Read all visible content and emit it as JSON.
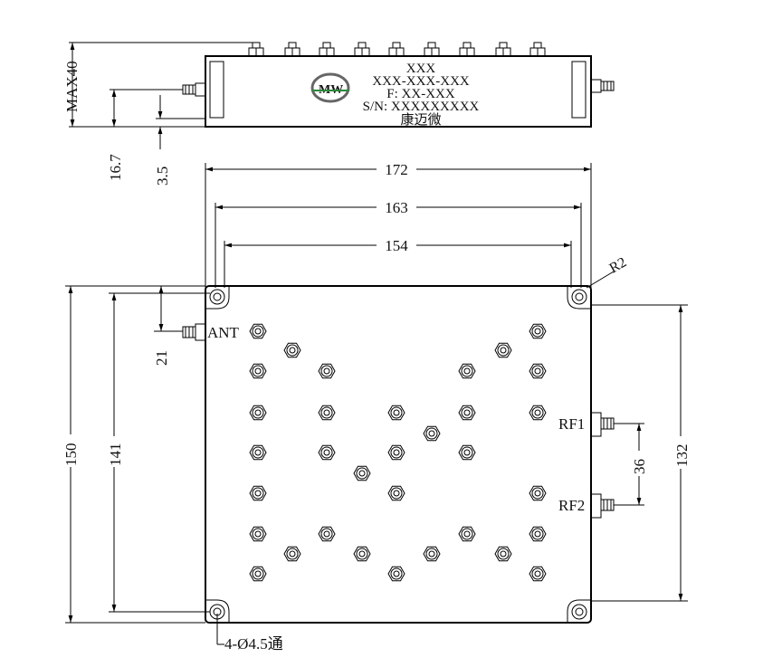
{
  "side_view": {
    "label_lines": [
      "XXX",
      "XXX-XXX-XXX",
      "F: XX-XXX",
      "S/N: XXXXXXXXX"
    ],
    "company_name": "康迈微",
    "logo_letters": "MW",
    "dimensions": {
      "height_max": "MAX40",
      "connector_height": "16.7",
      "base_offset": "3.5"
    }
  },
  "top_view": {
    "dimensions": {
      "outer_width": "172",
      "inner_width_a": "163",
      "inner_width_b": "154",
      "outer_height": "150",
      "inner_height": "141",
      "ant_offset": "21",
      "rf_spacing": "36",
      "rf_span": "132",
      "corner_radius": "R2",
      "mounting_holes": "4-Ø4.5通"
    },
    "ports": {
      "ant": "ANT",
      "rf1": "RF1",
      "rf2": "RF2"
    }
  },
  "colors": {
    "line": "#000000",
    "logo_red": "#d42a2a",
    "logo_green": "#2a8a3a",
    "logo_ring": "#666666"
  }
}
